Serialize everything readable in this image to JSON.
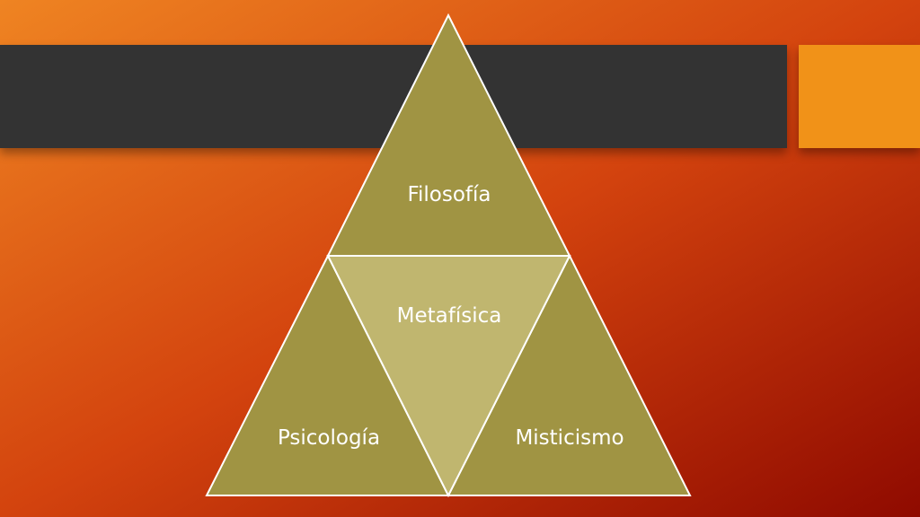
{
  "colors": {
    "bg_top_left": "#ef8422",
    "bg_mid": "#d3430e",
    "bg_bottom_right": "#8f0a00",
    "title_bar": "#333333",
    "accent": "#f19218",
    "segment_dark": "#a09443",
    "segment_light": "#c0b66f",
    "segment_border": "#ffffff"
  },
  "diagram": {
    "top": "Filosofía",
    "center": "Metafísica",
    "left": "Psicología",
    "right": "Misticismo"
  }
}
